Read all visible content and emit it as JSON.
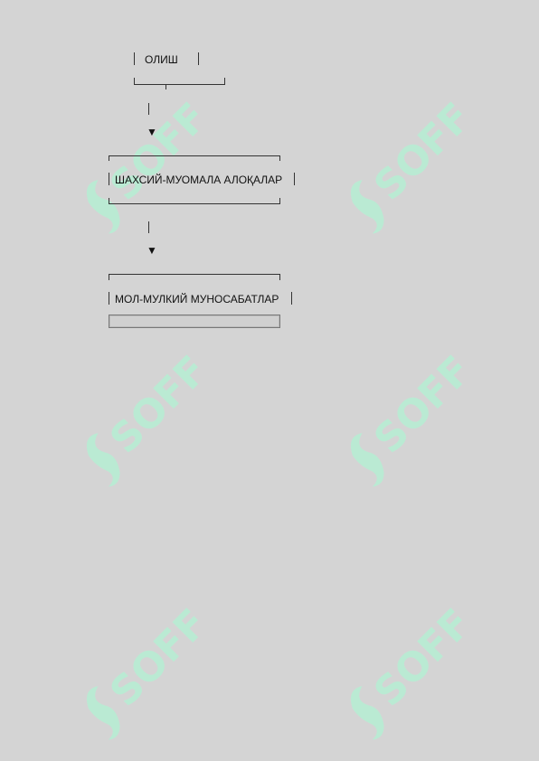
{
  "watermark": {
    "text": "SOFF",
    "color": "#b2f0d0",
    "icon": "soff-logo-icon"
  },
  "flowchart": {
    "node_top": "ОЛИШ",
    "node_middle": "ШАХСИЙ-МУОМАЛА АЛОҚАЛАР",
    "node_bottom": "МОЛ-МУЛКИЙ МУНОСАБАТЛАР",
    "arrow_glyph": "▼"
  }
}
